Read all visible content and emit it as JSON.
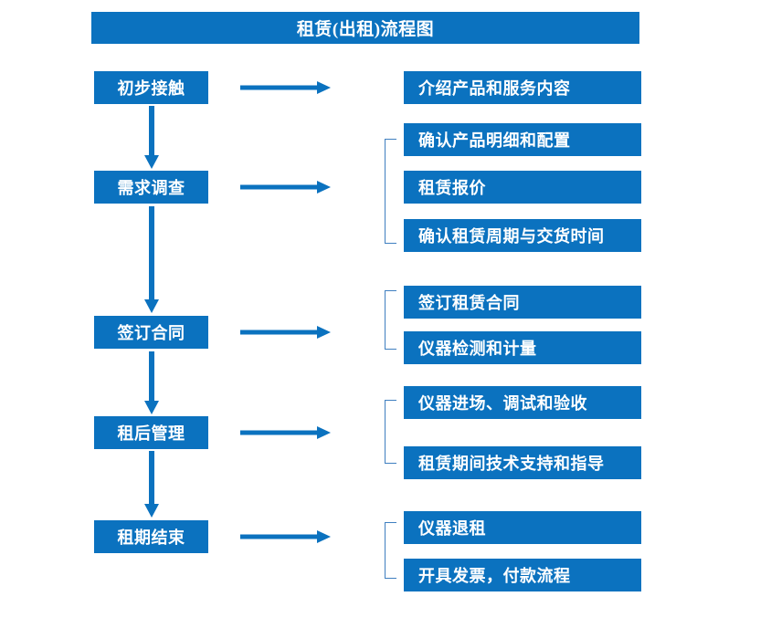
{
  "title": "租赁(出租)流程图",
  "colors": {
    "box_fill": "#0b72bf",
    "box_text": "#ffffff",
    "arrow": "#0b72bf",
    "bracket": "#3f7fc0",
    "background": "#ffffff"
  },
  "stages": [
    {
      "label": "初步接触"
    },
    {
      "label": "需求调查"
    },
    {
      "label": "签订合同"
    },
    {
      "label": "租后管理"
    },
    {
      "label": "租期结束"
    }
  ],
  "details": [
    {
      "label": "介绍产品和服务内容"
    },
    {
      "label": "确认产品明细和配置"
    },
    {
      "label": "租赁报价"
    },
    {
      "label": "确认租赁周期与交货时间"
    },
    {
      "label": "签订租赁合同"
    },
    {
      "label": "仪器检测和计量"
    },
    {
      "label": "仪器进场、调试和验收"
    },
    {
      "label": "租赁期间技术支持和指导"
    },
    {
      "label": "仪器退租"
    },
    {
      "label": "开具发票，付款流程"
    }
  ],
  "groups": [
    {
      "name": "需求调查-group",
      "detail_indices": [
        1,
        2,
        3
      ]
    },
    {
      "name": "签订合同-group",
      "detail_indices": [
        4,
        5
      ]
    },
    {
      "name": "租后管理-group",
      "detail_indices": [
        6,
        7
      ]
    },
    {
      "name": "租期结束-group",
      "detail_indices": [
        8,
        9
      ]
    }
  ]
}
